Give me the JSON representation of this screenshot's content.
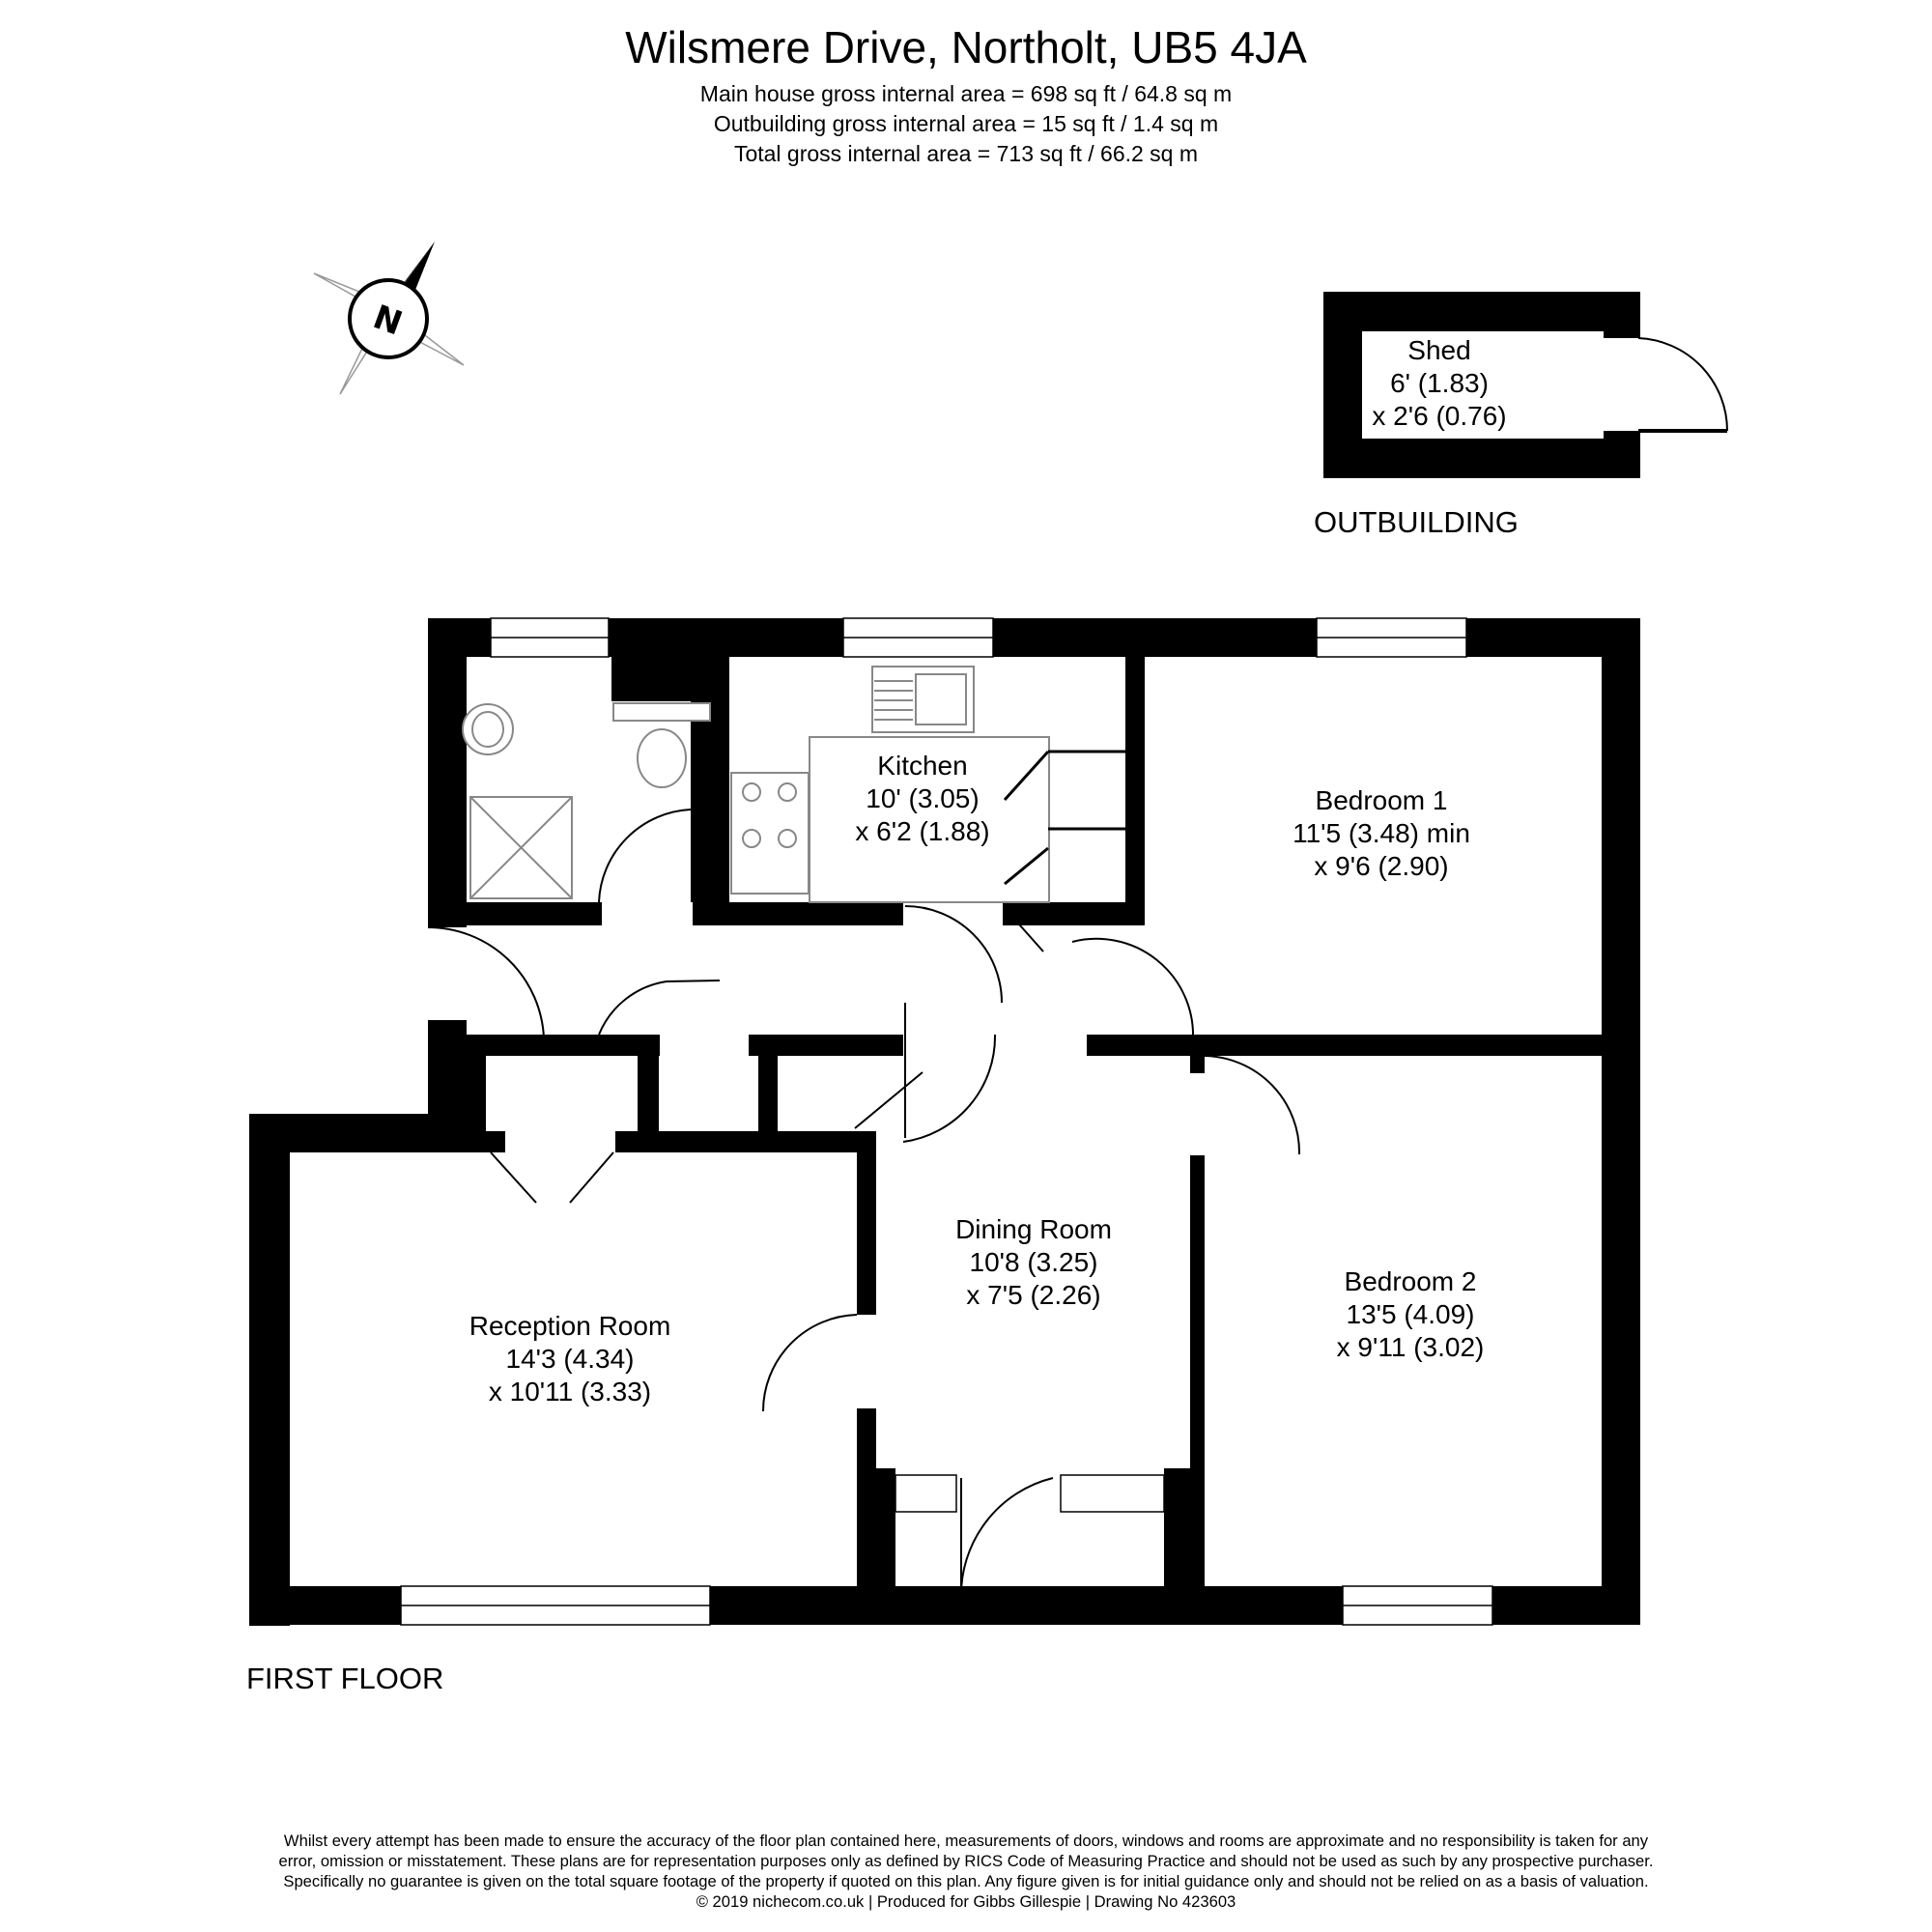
{
  "header": {
    "title": "Wilsmere Drive, Northolt, UB5 4JA",
    "area_main": "Main house gross internal area =  698 sq ft / 64.8 sq m",
    "area_outbuilding": "Outbuilding gross internal area = 15 sq ft / 1.4 sq m",
    "area_total": "Total gross internal area =  713 sq ft / 66.2 sq m"
  },
  "compass": {
    "label": "N",
    "icon": "compass-rose-icon"
  },
  "outbuilding": {
    "label": "OUTBUILDING",
    "shed": {
      "name": "Shed",
      "dim1": "6' (1.83)",
      "dim2": "x 2'6 (0.76)"
    }
  },
  "floor": {
    "label": "FIRST FLOOR",
    "rooms": {
      "kitchen": {
        "name": "Kitchen",
        "dim1": "10' (3.05)",
        "dim2": "x 6'2 (1.88)"
      },
      "bedroom1": {
        "name": "Bedroom 1",
        "dim1": "11'5 (3.48) min",
        "dim2": "x 9'6 (2.90)"
      },
      "dining": {
        "name": "Dining Room",
        "dim1": "10'8 (3.25)",
        "dim2": "x 7'5 (2.26)"
      },
      "reception": {
        "name": "Reception Room",
        "dim1": "14'3 (4.34)",
        "dim2": "x 10'11 (3.33)"
      },
      "bedroom2": {
        "name": "Bedroom 2",
        "dim1": "13'5 (4.09)",
        "dim2": "x 9'11 (3.02)"
      }
    }
  },
  "footer": {
    "disclaimer_1": "Whilst every attempt has been made to ensure the accuracy of the floor plan contained here, measurements of doors, windows and rooms are approximate and no responsibility is taken for any",
    "disclaimer_2": "error, omission or misstatement. These plans are for representation purposes only as defined by RICS Code of Measuring Practice and should not be used as such by any prospective purchaser.",
    "disclaimer_3": "Specifically no guarantee is given on the total square footage of the property if quoted on this plan. Any figure given is for initial guidance only and should not be relied on as a basis of valuation.",
    "credits": "© 2019 nichecom.co.uk  |  Produced for Gibbs Gillespie  |  Drawing No 423603"
  },
  "colors": {
    "wall": "#000000",
    "fixture": "#888888",
    "background": "#ffffff"
  }
}
